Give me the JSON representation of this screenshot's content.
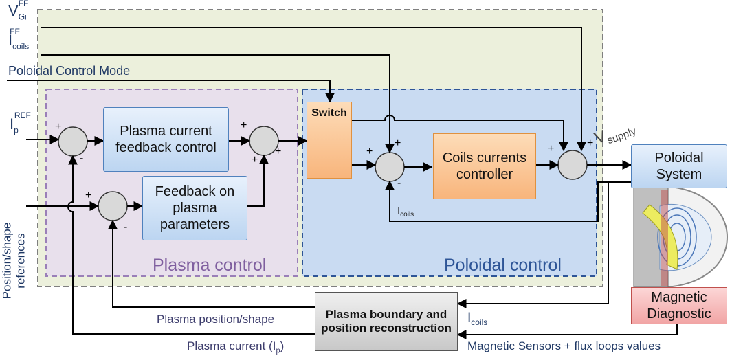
{
  "inputs": {
    "vgi_base": "V",
    "vgi_sub": "Gi",
    "vgi_sup": "FF",
    "icoils_base": "I",
    "icoils_sub": "coils",
    "icoils_sup": "FF",
    "poloidal_mode": "Poloidal Control Mode",
    "ip_base": "I",
    "ip_sub": "p",
    "ip_sup": "REF",
    "position_refs": "Position/shape references"
  },
  "areas": {
    "plasma_control": "Plasma control",
    "poloidal_control": "Poloidal control"
  },
  "blocks": {
    "plasma_current_fb": "Plasma current feedback control",
    "feedback_params": "Feedback on plasma parameters",
    "switch": "Switch",
    "coils_controller": "Coils currents controller",
    "poloidal_system": "Poloidal System",
    "magnetic_diag": "Magnetic Diagnostic",
    "reconstruction": "Plasma boundary and position reconstruction"
  },
  "signals": {
    "vsupply_base": "V",
    "vsupply_sub": "supply",
    "icoils_feedback_base": "I",
    "icoils_feedback_sub": "coils",
    "icoils_right_base": "I",
    "icoils_right_sub": "coils",
    "plasma_pos_shape": "Plasma position/shape",
    "plasma_current_pre": "Plasma current (I",
    "plasma_current_sub": "p",
    "plasma_current_post": ")",
    "magnetic_sensors": "Magnetic Sensors + flux loops values"
  },
  "signs": {
    "plus": "+",
    "minus": "-"
  },
  "colors": {
    "outer_area": "#ecf0dc",
    "plasma_area": "#e8e0ec",
    "poloidal_area": "#c9dbf2",
    "label_text": "#1f3864",
    "plasma_title": "#7f5f9f",
    "poloidal_title": "#2e5597"
  }
}
